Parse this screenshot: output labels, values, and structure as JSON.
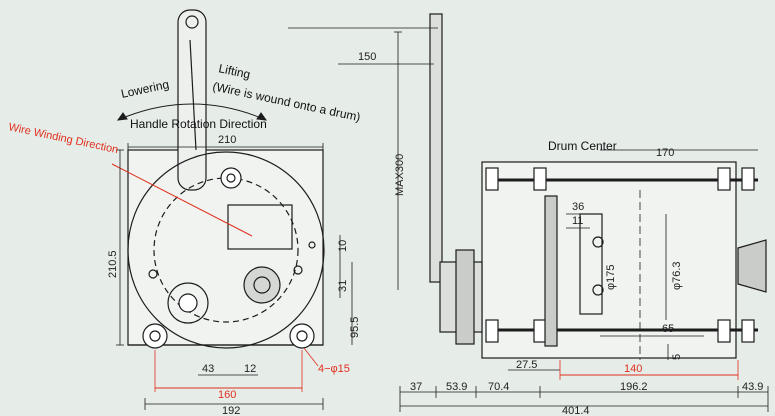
{
  "labels": {
    "lowering": "Lowering",
    "lifting": "Lifting",
    "lifting_note": "(Wire is wound onto a drum)",
    "handle_rotation": "Handle Rotation Direction",
    "wire_winding": "Wire Winding Direction",
    "drum_center": "Drum Center"
  },
  "dims": {
    "d150": "150",
    "d210w": "210",
    "d210_5": "210.5",
    "dmax300": "MAX300",
    "d10": "10",
    "d31": "31",
    "d95_5": "95.5",
    "d43": "43",
    "d12": "12",
    "d160": "160",
    "d4phi15": "4−φ15",
    "d192": "192",
    "d170": "170",
    "d36": "36",
    "d11": "11",
    "dphi175": "φ175",
    "dphi76_3": "φ76.3",
    "d65": "65",
    "d5": "5",
    "d27_5": "27.5",
    "d140": "140",
    "d37": "37",
    "d53_9": "53.9",
    "d70_4": "70.4",
    "d196_2": "196.2",
    "d43_9": "43.9",
    "d401_4": "401.4"
  },
  "colors": {
    "background": "#e6ece8",
    "line": "#1c1c1c",
    "accent_red": "#e0301e",
    "part_gray": "#c9ccc8"
  }
}
